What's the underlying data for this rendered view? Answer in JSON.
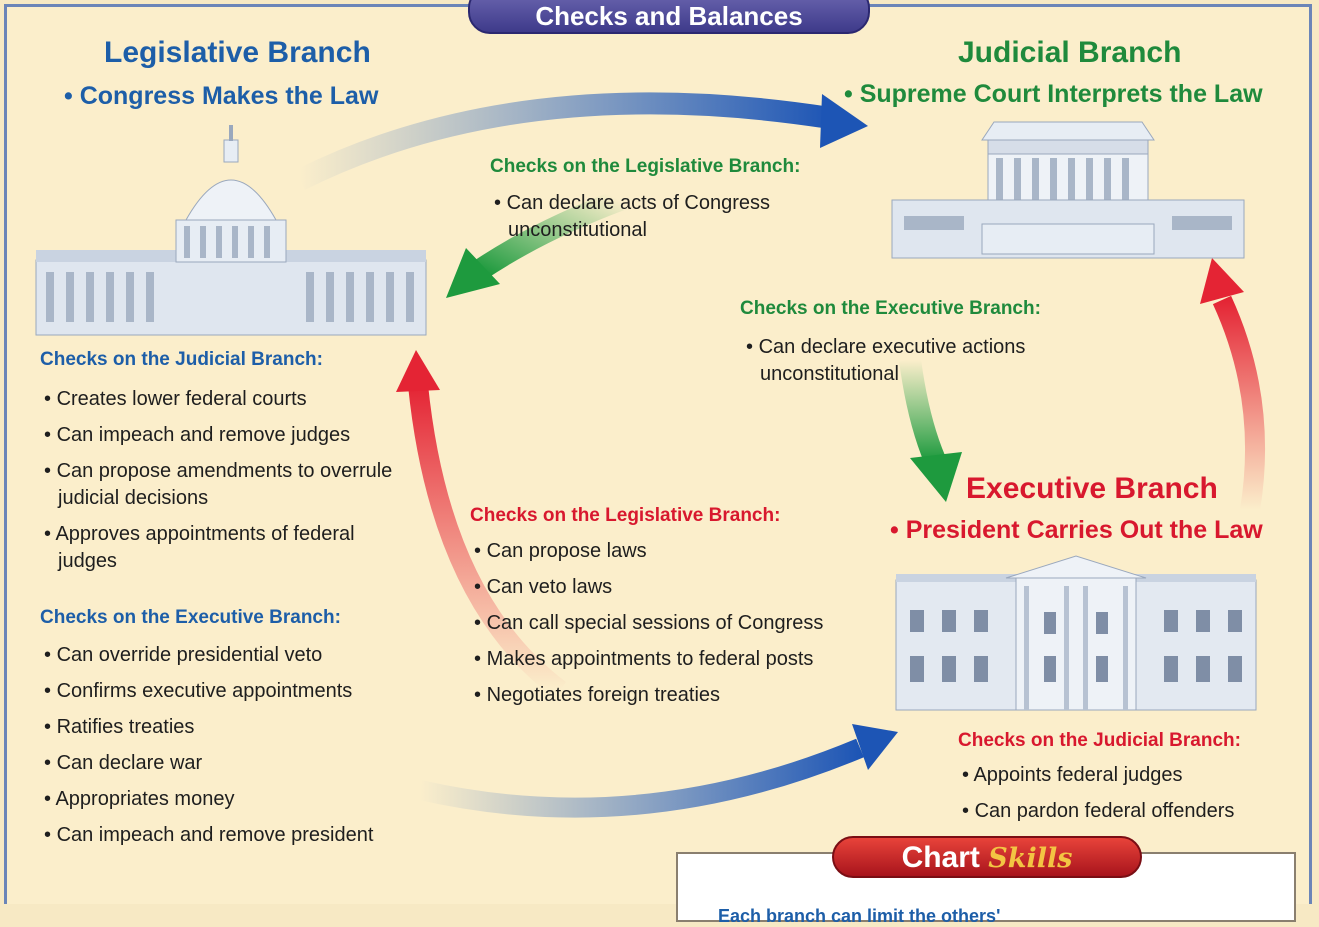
{
  "title": "Checks and Balances",
  "legislative": {
    "title": "Legislative Branch",
    "subtitle": "• Congress Makes the Law",
    "judicial_checks_heading": "Checks on the Judicial Branch:",
    "judicial_checks": [
      "Creates lower federal courts",
      "Can impeach and remove judges",
      "Can propose amendments to overrule judicial decisions",
      "Approves appointments of federal judges"
    ],
    "executive_checks_heading": "Checks on the Executive Branch:",
    "executive_checks": [
      "Can override presidential veto",
      "Confirms executive appointments",
      "Ratifies treaties",
      "Can declare war",
      "Appropriates money",
      "Can impeach and remove president"
    ]
  },
  "judicial": {
    "title": "Judicial Branch",
    "subtitle": "• Supreme Court Interprets the Law",
    "legislative_checks_heading": "Checks on the Legislative Branch:",
    "legislative_checks": [
      "Can declare acts of Congress unconstitutional"
    ],
    "executive_checks_heading": "Checks on the Executive Branch:",
    "executive_checks": [
      "Can declare executive actions unconstitutional"
    ]
  },
  "executive": {
    "title": "Executive Branch",
    "subtitle": "• President Carries Out the Law",
    "legislative_checks_heading": "Checks on the Legislative Branch:",
    "legislative_checks": [
      "Can propose laws",
      "Can veto laws",
      "Can call special sessions of Congress",
      "Makes appointments to federal posts",
      "Negotiates foreign treaties"
    ],
    "judicial_checks_heading": "Checks on the Judicial Branch:",
    "judicial_checks": [
      "Appoints federal judges",
      "Can pardon federal offenders"
    ]
  },
  "chart_skills": {
    "label_main": "Chart",
    "label_accent": "Skills",
    "text": "Each branch can limit the others'"
  },
  "colors": {
    "legislative": "#1d5ea8",
    "judicial": "#1f8a3c",
    "executive": "#d8182e",
    "title_tab": "#4b4699"
  },
  "icons": [
    "capitol-building-icon",
    "supreme-court-icon",
    "white-house-icon"
  ]
}
